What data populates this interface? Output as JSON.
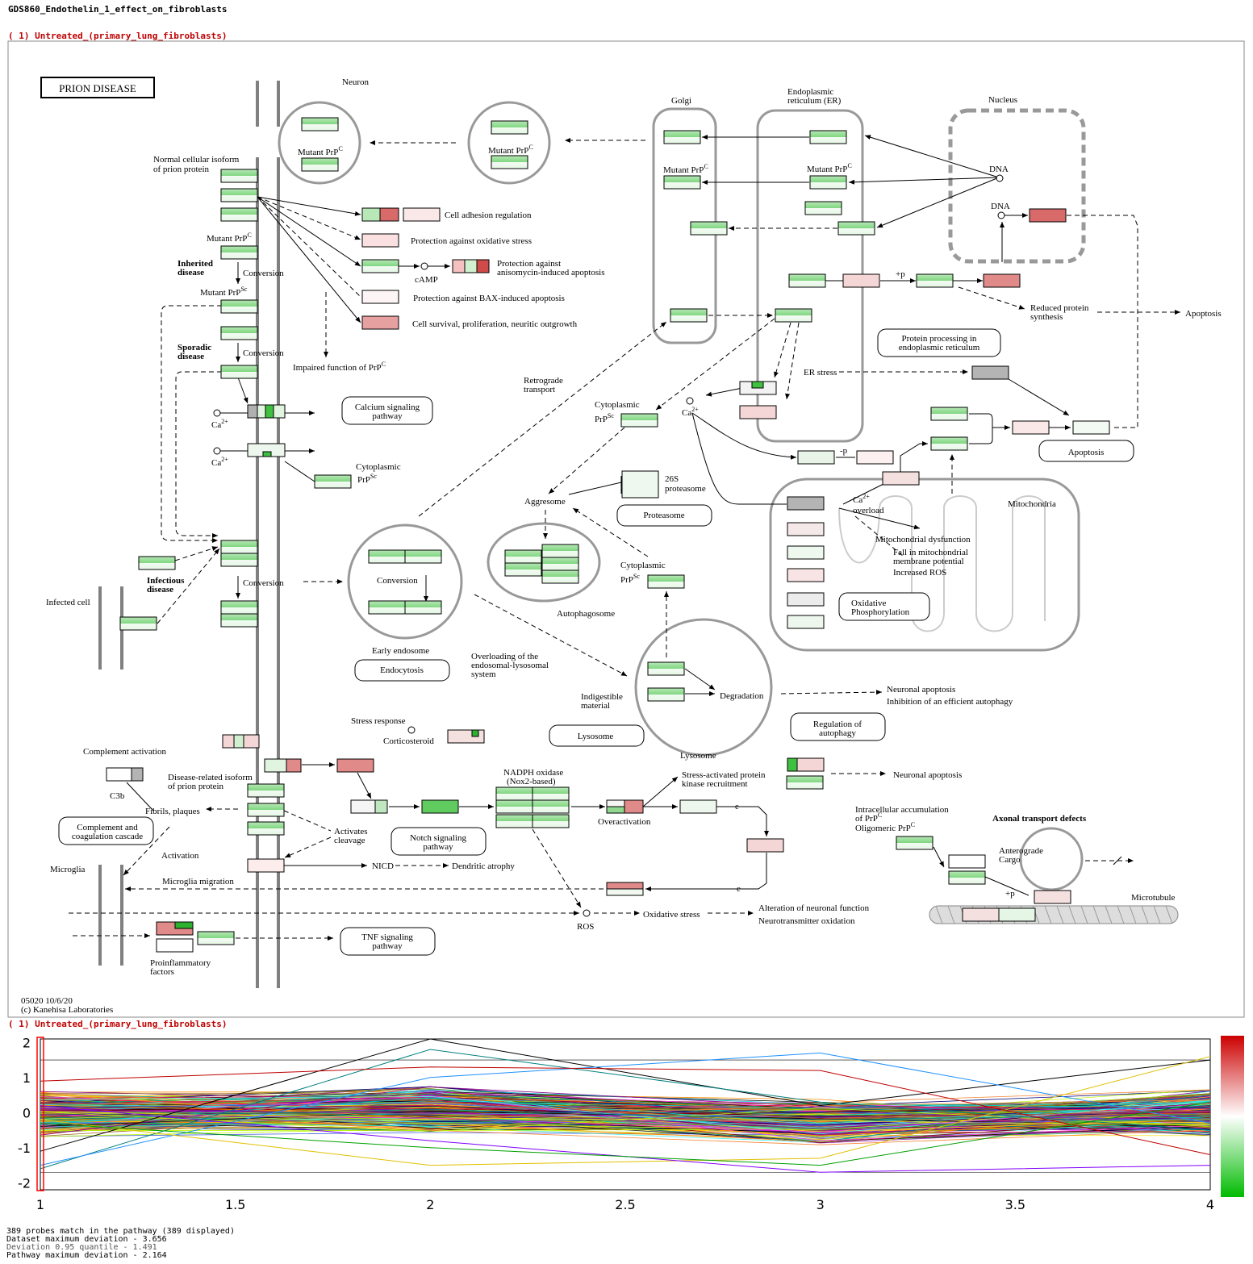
{
  "header": {
    "title": "GDS860_Endothelin_1_effect_on_fibroblasts",
    "sample_label": "(  1) Untreated_(primary_lung_fibroblasts)",
    "sample_label_2": "(  1) Untreated_(primary_lung_fibroblasts)"
  },
  "map": {
    "map_title": "PRION DISEASE",
    "footer_line1": "05020 10/6/20",
    "footer_line2": "(c) Kanehisa Laboratories",
    "labels": {
      "neuron": "Neuron",
      "golgi": "Golgi",
      "er1": "Endoplasmic",
      "er2": "reticulum (ER)",
      "nucleus": "Nucleus",
      "normal1": "Normal cellular isoform",
      "normal2": "of prion protein",
      "mutant_prpc": "Mutant PrP",
      "mutant_prpsc": "Mutant PrP",
      "inherited1": "Inherited",
      "inherited2": "disease",
      "sporadic1": "Sporadic",
      "sporadic2": "disease",
      "conversion": "Conversion",
      "infectious1": "Infectious",
      "infectious2": "disease",
      "infected_cell": "Infected cell",
      "cell_adhesion": "Cell adhesion regulation",
      "prot_oxidative": "Protection against oxidative stress",
      "prot_aniso1": "Protection against",
      "prot_aniso2": "anisomycin-induced apoptosis",
      "camp": "cAMP",
      "prot_bax": "Protection against BAX-induced apoptosis",
      "cell_survival": "Cell survival, proliferation, neuritic outgrowth",
      "impaired": "Impaired function of PrP",
      "calcium1": "Calcium signaling",
      "calcium2": "pathway",
      "ca": "Ca",
      "cyto_prpsc": "Cytoplasmic",
      "prpsc": "PrP",
      "retrograde1": "Retrograde",
      "retrograde2": "transport",
      "dna": "DNA",
      "reduced1": "Reduced protein",
      "reduced2": "synthesis",
      "apoptosis": "Apoptosis",
      "protein_proc1": "Protein processing in",
      "protein_proc2": "endoplasmic reticulum",
      "er_stress": "ER stress",
      "plus_p": "+p",
      "minus_p": "-p",
      "proteasome26": "26S",
      "proteasome26b": "proteasome",
      "proteasome": "Proteasome",
      "aggresome": "Aggresome",
      "autophagosome": "Autophagosome",
      "mitochondria": "Mitochondria",
      "ca_overload1": "overload",
      "mito_dys": "Mitochondrial dysfunction",
      "fall1": "Fall in mitochondrial",
      "fall2": "membrane potential",
      "inc_ros": "Increased ROS",
      "oxphos1": "Oxidative",
      "oxphos2": "Phosphorylation",
      "early_endosome": "Early endosome",
      "endocytosis": "Endocytosis",
      "overloading1": "Overloading of the",
      "overloading2": "endosomal-lysosomal",
      "overloading3": "system",
      "indigestible1": "Indigestible",
      "indigestible2": "material",
      "degradation": "Degradation",
      "lysosome": "Lysosome",
      "neuronal_apop": "Neuronal apoptosis",
      "inhibition": "Inhibition of an efficient autophagy",
      "reg_auto1": "Regulation of",
      "reg_auto2": "autophagy",
      "stress_resp": "Stress response",
      "corticosteroid": "Corticosteroid",
      "complement_act": "Complement activation",
      "disease_rel1": "Disease-related isoform",
      "disease_rel2": "of prion protein",
      "c3b": "C3b",
      "fibrils": "Fibrils, plaques",
      "compl_casc1": "Complement and",
      "compl_casc2": "coagulation cascade",
      "activation": "Activation",
      "activates1": "Activates",
      "activates2": "cleavage",
      "notch1": "Notch signaling",
      "notch2": "pathway",
      "nicd": "NICD",
      "dendritic": "Dendritic atrophy",
      "nadph1": "NADPH oxidase",
      "nadph2": "(Nox2-based)",
      "overactivation": "Overactivation",
      "stress_kinase1": "Stress-activated protein",
      "stress_kinase2": "kinase recruitment",
      "microglia": "Microglia",
      "microglia_mig": "Microglia migration",
      "ros": "ROS",
      "oxidative_stress": "Oxidative stress",
      "alteration": "Alteration of neuronal function",
      "neurotransmitter": "Neurotransmitter oxidation",
      "tnf1": "TNF signaling",
      "tnf2": "pathway",
      "proinfl1": "Proinflammatory",
      "proinfl2": "factors",
      "intracell1": "Intracellular accumulation",
      "intracell2": "of PrP",
      "oligomeric": "Oligomeric PrP",
      "axonal": "Axonal transport defects",
      "anterograde1": "Anterograde",
      "anterograde2": "Cargo",
      "microtubule": "Microtubule",
      "e": "e",
      "sup_c": "C",
      "sup_sc": "Sc",
      "sup_2plus": "2+"
    }
  },
  "chart_data": {
    "type": "line",
    "title": "",
    "xlabel": "",
    "ylabel": "",
    "xlim": [
      1,
      4
    ],
    "ylim": [
      -2.2,
      2.1
    ],
    "xticks": [
      "1",
      "1.5",
      "2",
      "2.5",
      "3",
      "3.5",
      "4"
    ],
    "yticks": [
      "2",
      "1",
      "0",
      "-1",
      "-2"
    ],
    "x": [
      1,
      2,
      3,
      4
    ],
    "highlighted_series": [
      {
        "color": "#000000",
        "values": [
          -1.1,
          2.1,
          0.2,
          1.5
        ]
      },
      {
        "color": "#008080",
        "values": [
          -1.6,
          1.8,
          0.3,
          -0.5
        ]
      },
      {
        "color": "#1e90ff",
        "values": [
          -1.5,
          1.0,
          1.7,
          -0.3
        ]
      },
      {
        "color": "#e0c000",
        "values": [
          -0.2,
          -1.5,
          -1.3,
          1.6
        ]
      },
      {
        "color": "#8000ff",
        "values": [
          0.2,
          -0.8,
          -1.7,
          -1.5
        ]
      },
      {
        "color": "#c00000",
        "values": [
          0.9,
          1.3,
          1.2,
          -1.2
        ]
      },
      {
        "color": "#00a000",
        "values": [
          -0.3,
          -1.0,
          -1.5,
          0.3
        ]
      }
    ],
    "probe_count_total": 389,
    "probe_count_displayed": 389,
    "colorbar": {
      "max_color": "#cc0000",
      "mid_color": "#ffffff",
      "min_color": "#00bb00"
    }
  },
  "stats": {
    "line1": "389 probes match in the pathway (389 displayed)",
    "line2": "Dataset maximum deviation - 3.656",
    "line3": "Deviation  0.95  quantile - 1.491",
    "line4": "Pathway maximum deviation - 2.164"
  },
  "colors": {
    "green": "#8ad98a",
    "red": "#d97070",
    "pink": "#f5d6d6",
    "gray": "#b4b4b4"
  }
}
